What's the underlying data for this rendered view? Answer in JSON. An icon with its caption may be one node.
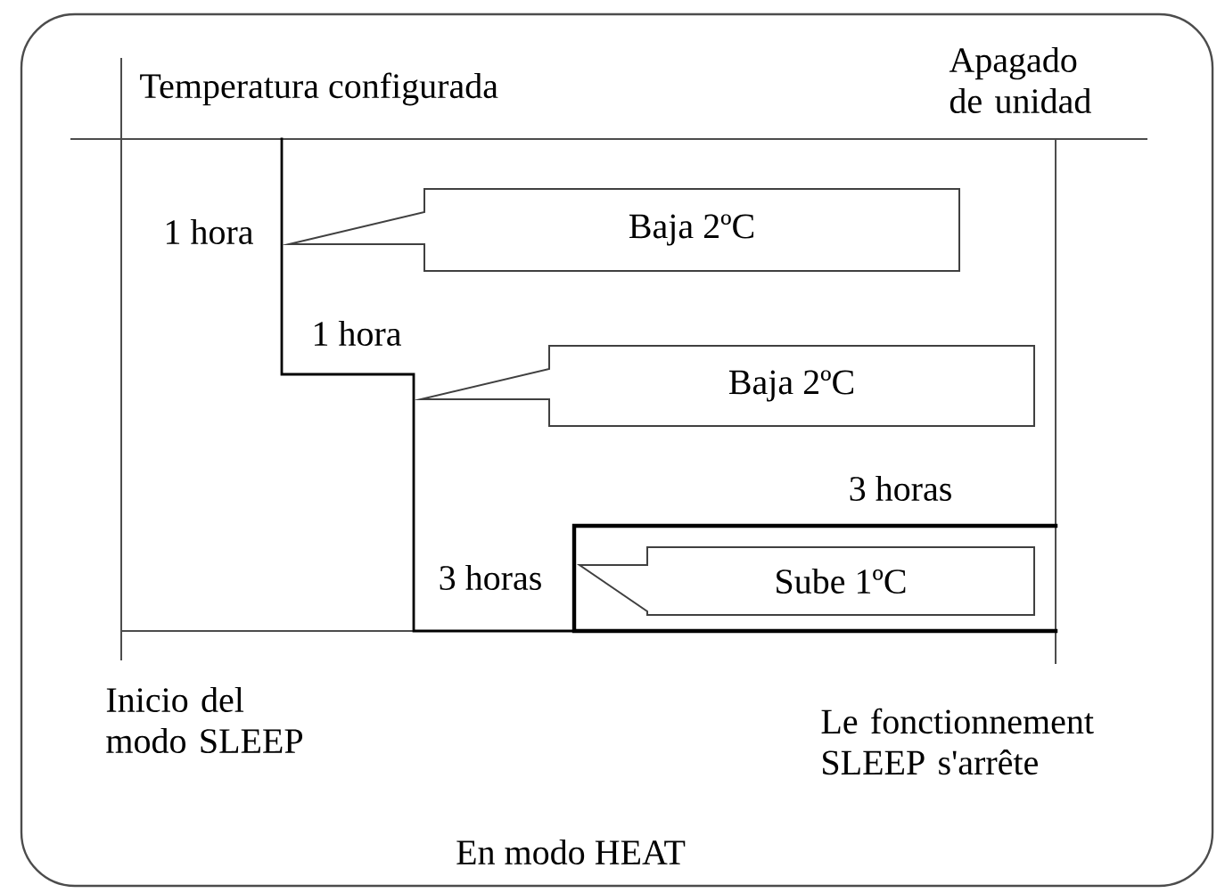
{
  "diagram": {
    "nodes": [
      {
        "text": [
          "Baja 2ºC"
        ]
      },
      {
        "text": [
          "Baja 2ºC"
        ]
      },
      {
        "text": [
          "Sube 1ºC"
        ]
      }
    ],
    "labels": [
      "Temperatura configurada",
      "Apagado de unidad",
      "1 hora",
      "1 hora",
      "3 horas",
      "3 horas",
      "Inicio del modo SLEEP",
      "Le fonctionnement SLEEP s'arrête",
      "En modo HEAT"
    ]
  }
}
